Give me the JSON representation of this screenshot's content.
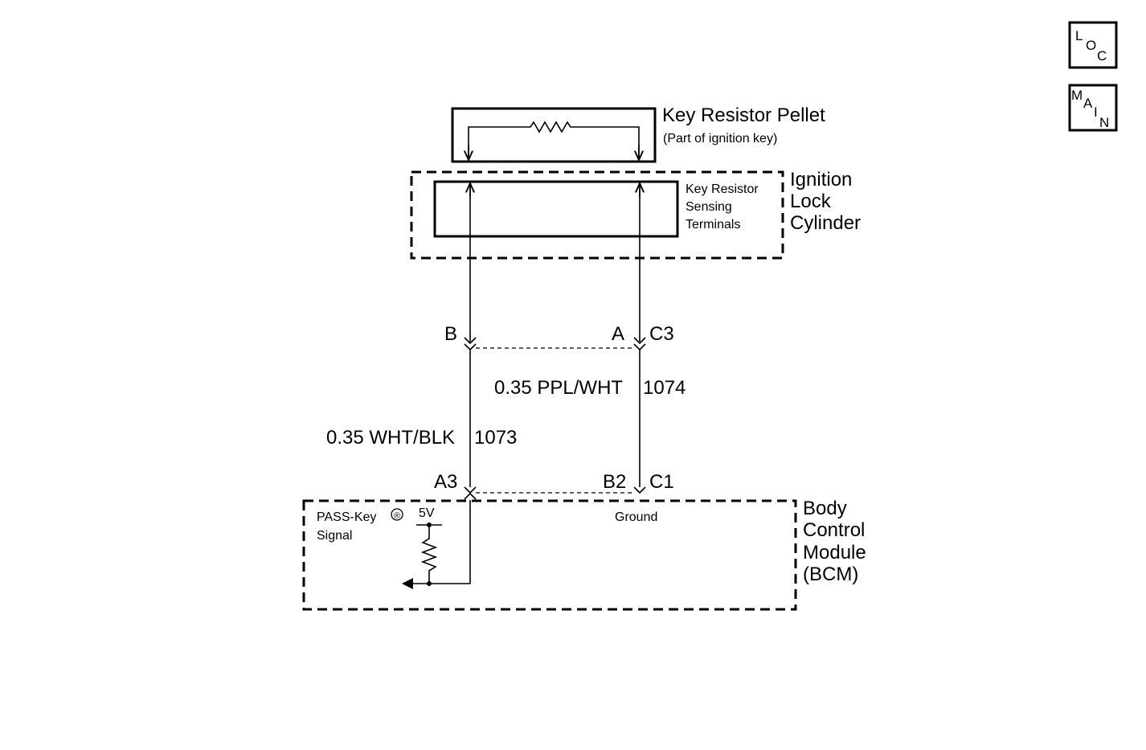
{
  "nav": {
    "loc": {
      "l1": "L",
      "l2": "O",
      "l3": "C"
    },
    "main": {
      "l1": "M",
      "l2": "A",
      "l3": "I",
      "l4": "N"
    }
  },
  "pellet": {
    "title": "Key Resistor Pellet",
    "subtitle": "(Part of ignition key)"
  },
  "lock_cylinder": {
    "line1": "Ignition",
    "line2": "Lock",
    "line3": "Cylinder"
  },
  "sensing": {
    "line1": "Key Resistor",
    "line2": "Sensing",
    "line3": "Terminals"
  },
  "connector_upper": {
    "pin_left": "B",
    "pin_right": "A",
    "name": "C3"
  },
  "wire_right": {
    "gauge_color": "0.35 PPL/WHT",
    "circuit": "1074"
  },
  "wire_left": {
    "gauge_color": "0.35 WHT/BLK",
    "circuit": "1073"
  },
  "connector_lower": {
    "pin_left": "A3",
    "pin_right": "B2",
    "name": "C1"
  },
  "bcm": {
    "line1": "Body",
    "line2": "Control",
    "line3": "Module",
    "line4": "(BCM)",
    "signal_label": "PASS-Key",
    "signal_mark": "®",
    "signal_label2": "Signal",
    "voltage": "5V",
    "ground_label": "Ground"
  }
}
